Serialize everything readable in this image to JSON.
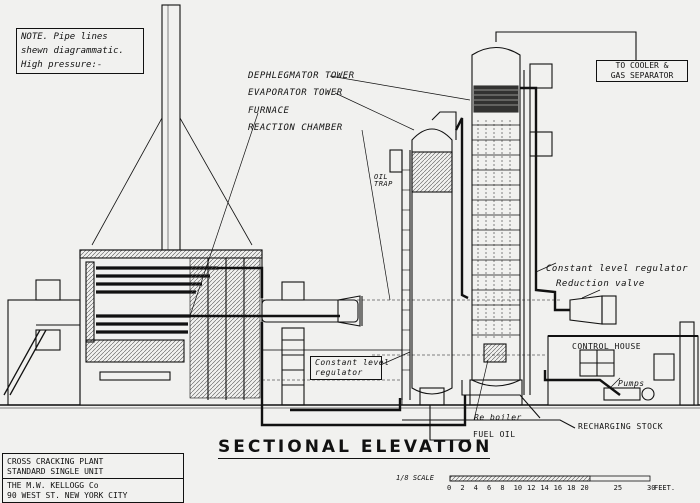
{
  "note": {
    "line1": "NOTE.  Pipe lines",
    "line2": "shewn diagrammatic.",
    "line3": "High pressure:-"
  },
  "labels": {
    "dephlegmator": "DEPHLEGMATOR TOWER",
    "evaporator": "EVAPORATOR TOWER",
    "furnace": "FURNACE",
    "reaction_chamber": "REACTION CHAMBER",
    "oil_trap": "OIL TRAP",
    "constant_level_regulator_right": "Constant level regulator",
    "reduction_valve": "Reduction valve",
    "control_house": "CONTROL HOUSE",
    "pumps": "Pumps",
    "constant_level_regulator_left_1": "Constant level",
    "constant_level_regulator_left_2": "regulator",
    "reboiler": "Re boiler",
    "fuel_oil": "FUEL OIL",
    "recharging_stock": "RECHARGING STOCK",
    "to_cooler_1": "TO COOLER &",
    "to_cooler_2": "GAS SEPARATOR"
  },
  "title": "SECTIONAL   ELEVATION",
  "credit": {
    "line1": "CROSS CRACKING PLANT",
    "line2": "STANDARD SINGLE UNIT",
    "line3": "THE M.W. KELLOGG Co",
    "line4": "90 WEST ST.  NEW YORK CITY"
  },
  "scale": {
    "label": "1/8 SCALE",
    "unit": "FEET.",
    "ticks": [
      "0",
      "2",
      "4",
      "6",
      "8",
      "10",
      "12",
      "14",
      "16",
      "18",
      "20",
      "25",
      "30"
    ]
  }
}
